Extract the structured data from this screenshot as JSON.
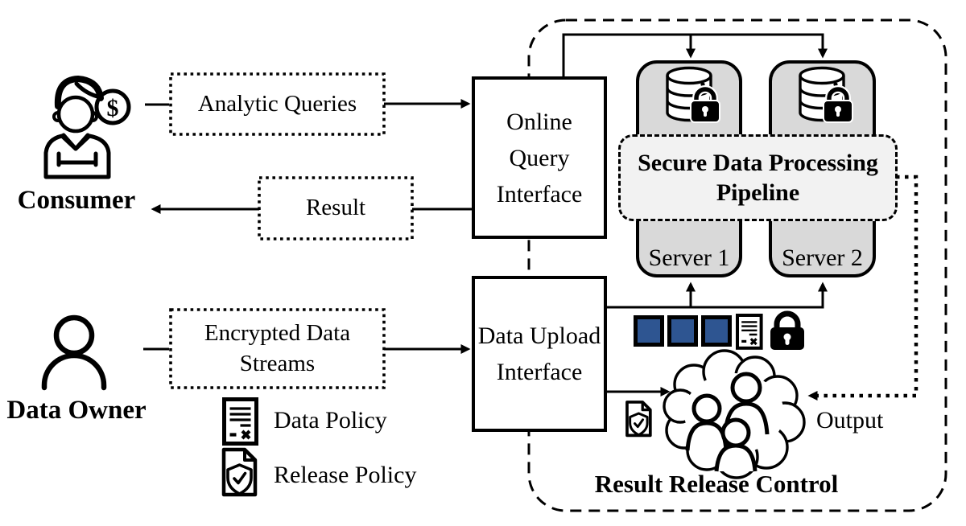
{
  "actors": {
    "consumer": {
      "label": "Consumer"
    },
    "data_owner": {
      "label": "Data Owner"
    }
  },
  "flows": {
    "analytic_queries": {
      "label": "Analytic Queries"
    },
    "result": {
      "label": "Result"
    },
    "encrypted_data_streams": {
      "label": "Encrypted Data Streams"
    },
    "output": {
      "label": "Output"
    }
  },
  "components": {
    "online_query_interface": {
      "label": "Online Query Interface"
    },
    "data_upload_interface": {
      "label": "Data Upload Interface"
    },
    "server_1": {
      "label": "Server 1"
    },
    "server_2": {
      "label": "Server 2"
    },
    "secure_pipeline": {
      "label": "Secure Data Processing Pipeline"
    },
    "result_release_control": {
      "label": "Result Release Control"
    }
  },
  "legend": {
    "data_policy": {
      "label": "Data Policy"
    },
    "release_policy": {
      "label": "Release Policy"
    }
  },
  "icons": {
    "dollar_sign": "$",
    "consumer": "person-with-dollar-coin-icon",
    "data_owner": "person-icon",
    "encrypted_database": "database-with-padlock-icon",
    "data_policy": "document-policy-icon",
    "release_policy": "document-shield-check-icon",
    "padlock": "padlock-icon",
    "encrypted_blocks": "encrypted-data-blocks-icon",
    "cloud_people": "cloud-with-people-icon"
  },
  "colors": {
    "line": "#000000",
    "server_fill": "#d9d9d9",
    "pipeline_fill": "#f2f2f2",
    "encrypted_block_fill": "#2e5591",
    "background": "#ffffff"
  }
}
